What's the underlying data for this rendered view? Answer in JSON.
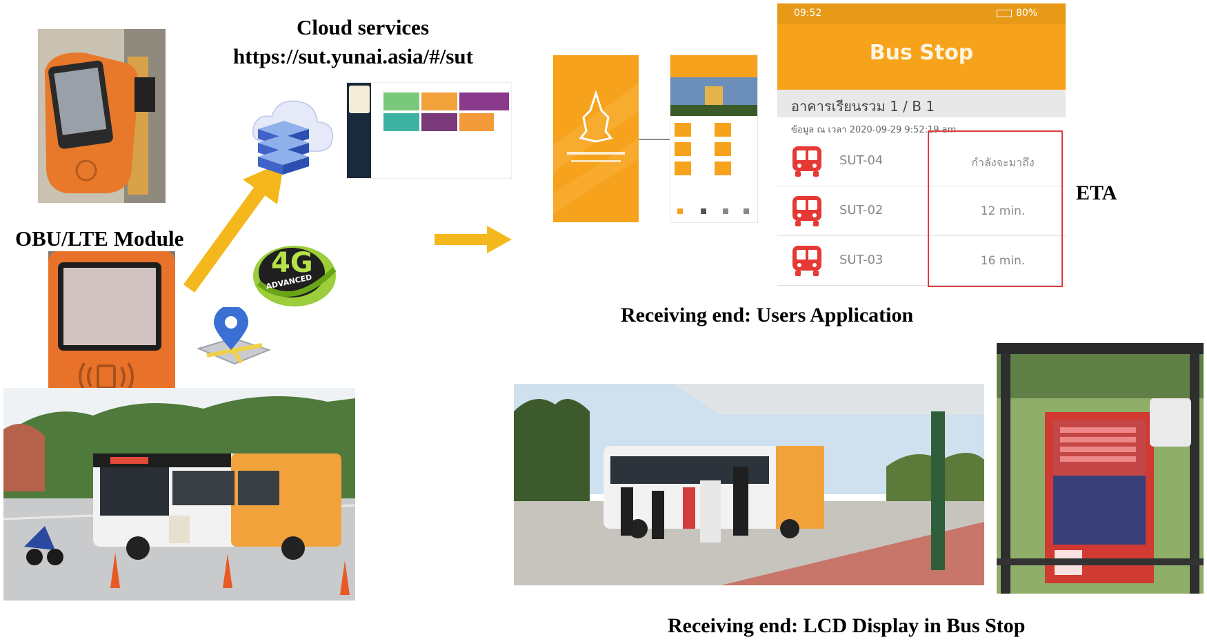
{
  "labels": {
    "cloud_title": "Cloud services",
    "cloud_url": "https://sut.yunai.asia/#/sut",
    "obu_module": "OBU/LTE Module",
    "eta": "ETA",
    "receiving_app": "Receiving end: Users Application",
    "receiving_lcd": "Receiving end: LCD Display in Bus Stop"
  },
  "network_badge": {
    "main": "4G",
    "sub": "ADVANCED"
  },
  "phone": {
    "status_time": "09:52",
    "status_battery": "80%",
    "header_title": "Bus Stop",
    "stop_name": "อาคารเรียนรวม 1 / B 1",
    "updated": "ข้อมูล ณ เวลา 2020-09-29 9:52:19 am",
    "rows": [
      {
        "bus": "SUT-04",
        "eta": "กำลังจะมาถึง"
      },
      {
        "bus": "SUT-02",
        "eta": "12 min."
      },
      {
        "bus": "SUT-03",
        "eta": "16 min."
      }
    ]
  },
  "colors": {
    "orange": "#f7a21b",
    "arrow_yellow": "#f5b81c",
    "eta_box": "#e03a3a",
    "bus_red": "#e53935"
  }
}
